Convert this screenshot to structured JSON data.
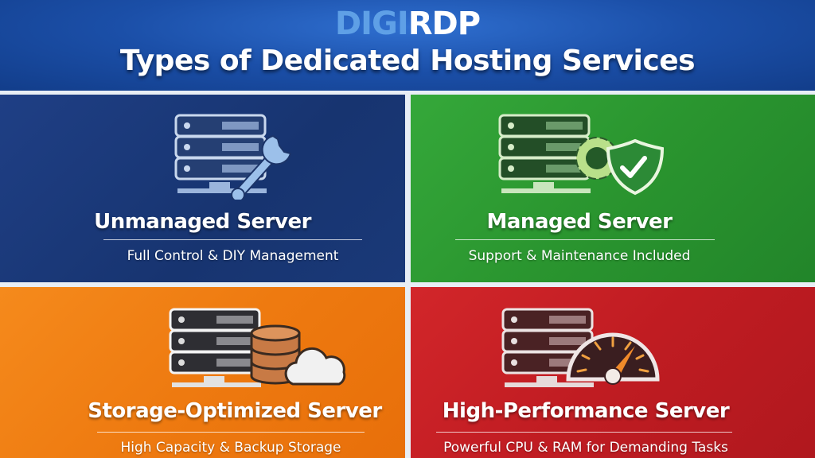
{
  "header": {
    "logo": {
      "part1": "DIGI",
      "part2": "R",
      "part3": "DP"
    },
    "title": "Types of Dedicated Hosting Services"
  },
  "panels": [
    {
      "title": "Unmanaged Server",
      "subtitle": "Full Control & DIY Management",
      "color": "#1b3a7a",
      "icon": "server-wrench-icon"
    },
    {
      "title": "Managed Server",
      "subtitle": "Support & Maintenance Included",
      "color": "#2a952f",
      "icon": "server-gear-shield-icon"
    },
    {
      "title": "Storage-Optimized Server",
      "subtitle": "High Capacity & Backup Storage",
      "color": "#ee7a10",
      "icon": "server-database-cloud-icon"
    },
    {
      "title": "High-Performance Server",
      "subtitle": "Powerful CPU & RAM for Demanding Tasks",
      "color": "#c01c22",
      "icon": "server-speedometer-icon"
    }
  ]
}
